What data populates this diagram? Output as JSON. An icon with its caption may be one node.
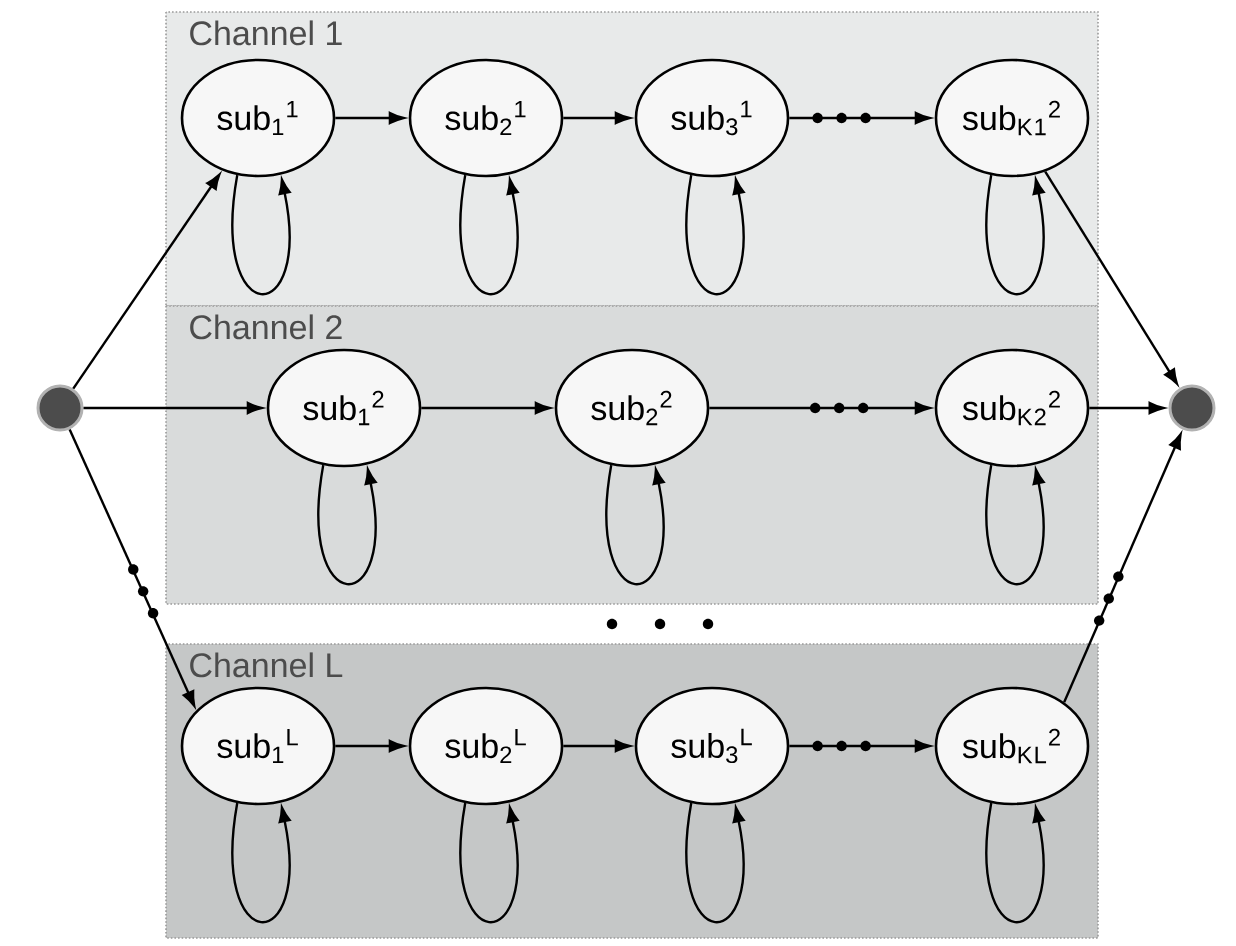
{
  "diagram": {
    "nodes": [
      {
        "text": [],
        "shape": "circle"
      },
      {
        "text": [
          "Channel 1"
        ]
      },
      {
        "text": [
          "sub$_{1}$$^{1}$"
        ],
        "in": 1
      },
      {
        "text": [
          "sub$_{2}$$^{1}$"
        ],
        "in": 1
      },
      {
        "text": [
          "sub$_{3}$$^{1}$"
        ],
        "in": 1
      },
      {
        "text": [
          "sub$_{K}$$_{1}$$^{2}$"
        ],
        "in": 1
      },
      {
        "text": [
          "Channel 2"
        ]
      },
      {
        "text": [
          "sub$_{1}$$^{2}$"
        ],
        "in": 6
      },
      {
        "text": [
          "sub$_{2}$$^{2}$"
        ],
        "in": 6
      },
      {
        "text": [
          "sub$_{K}$$_{2}$$^{2}$"
        ],
        "in": 6
      },
      {
        "text": [
          "Channel L"
        ]
      },
      {
        "text": [
          "sub$_{1}$$^{L}$"
        ],
        "in": 10
      },
      {
        "text": [
          "sub$_{2}$$^{L}$"
        ],
        "in": 10
      },
      {
        "text": [
          "sub$_{3}$$^{L}$"
        ],
        "in": 10
      },
      {
        "text": [
          "sub$_{K}$$_{L}$$^{2}$"
        ],
        "in": 10
      },
      {
        "text": [],
        "shape": "circle"
      }
    ],
    "edges": [
      {
        "from": 0,
        "to": 2,
        "arrow": "to"
      },
      {
        "from": 0,
        "to": 7,
        "arrow": "to"
      },
      {
        "from": 0,
        "to": 11,
        "arrow": "to"
      },
      {
        "from": 2,
        "to": 3,
        "arrow": "to"
      },
      {
        "from": 3,
        "to": 4,
        "arrow": "to"
      },
      {
        "from": 4,
        "to": 5,
        "arrow": "to"
      },
      {
        "from": 2,
        "to": 2,
        "arrow": "to"
      },
      {
        "from": 3,
        "to": 3,
        "arrow": "to"
      },
      {
        "from": 4,
        "to": 4,
        "arrow": "to"
      },
      {
        "from": 5,
        "to": 5,
        "arrow": "to"
      },
      {
        "from": 7,
        "to": 8,
        "arrow": "to"
      },
      {
        "from": 8,
        "to": 9,
        "arrow": "to"
      },
      {
        "from": 7,
        "to": 7,
        "arrow": "to"
      },
      {
        "from": 8,
        "to": 8,
        "arrow": "to"
      },
      {
        "from": 9,
        "to": 9,
        "arrow": "to"
      },
      {
        "from": 11,
        "to": 12,
        "arrow": "to"
      },
      {
        "from": 12,
        "to": 13,
        "arrow": "to"
      },
      {
        "from": 13,
        "to": 14,
        "arrow": "to"
      },
      {
        "from": 11,
        "to": 11,
        "arrow": "to"
      },
      {
        "from": 12,
        "to": 12,
        "arrow": "to"
      },
      {
        "from": 13,
        "to": 13,
        "arrow": "to"
      },
      {
        "from": 14,
        "to": 14,
        "arrow": "to"
      },
      {
        "from": 5,
        "to": 15,
        "arrow": "to"
      },
      {
        "from": 9,
        "to": 15,
        "arrow": "to"
      },
      {
        "from": 14,
        "to": 15,
        "arrow": "to"
      }
    ]
  }
}
